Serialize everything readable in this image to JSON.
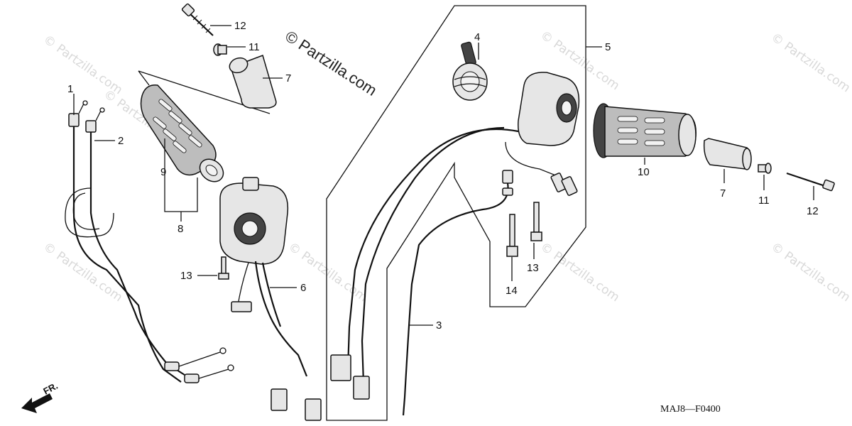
{
  "watermark": "© Partzilla.com",
  "header_watermark": "© Partzilla.com",
  "diagram_code": "MAJ8—F0400",
  "direction_label": "FR.",
  "callouts": [
    "1",
    "2",
    "3",
    "4",
    "5",
    "6",
    "7",
    "7",
    "8",
    "9",
    "10",
    "11",
    "11",
    "12",
    "12",
    "13",
    "13",
    "14"
  ]
}
